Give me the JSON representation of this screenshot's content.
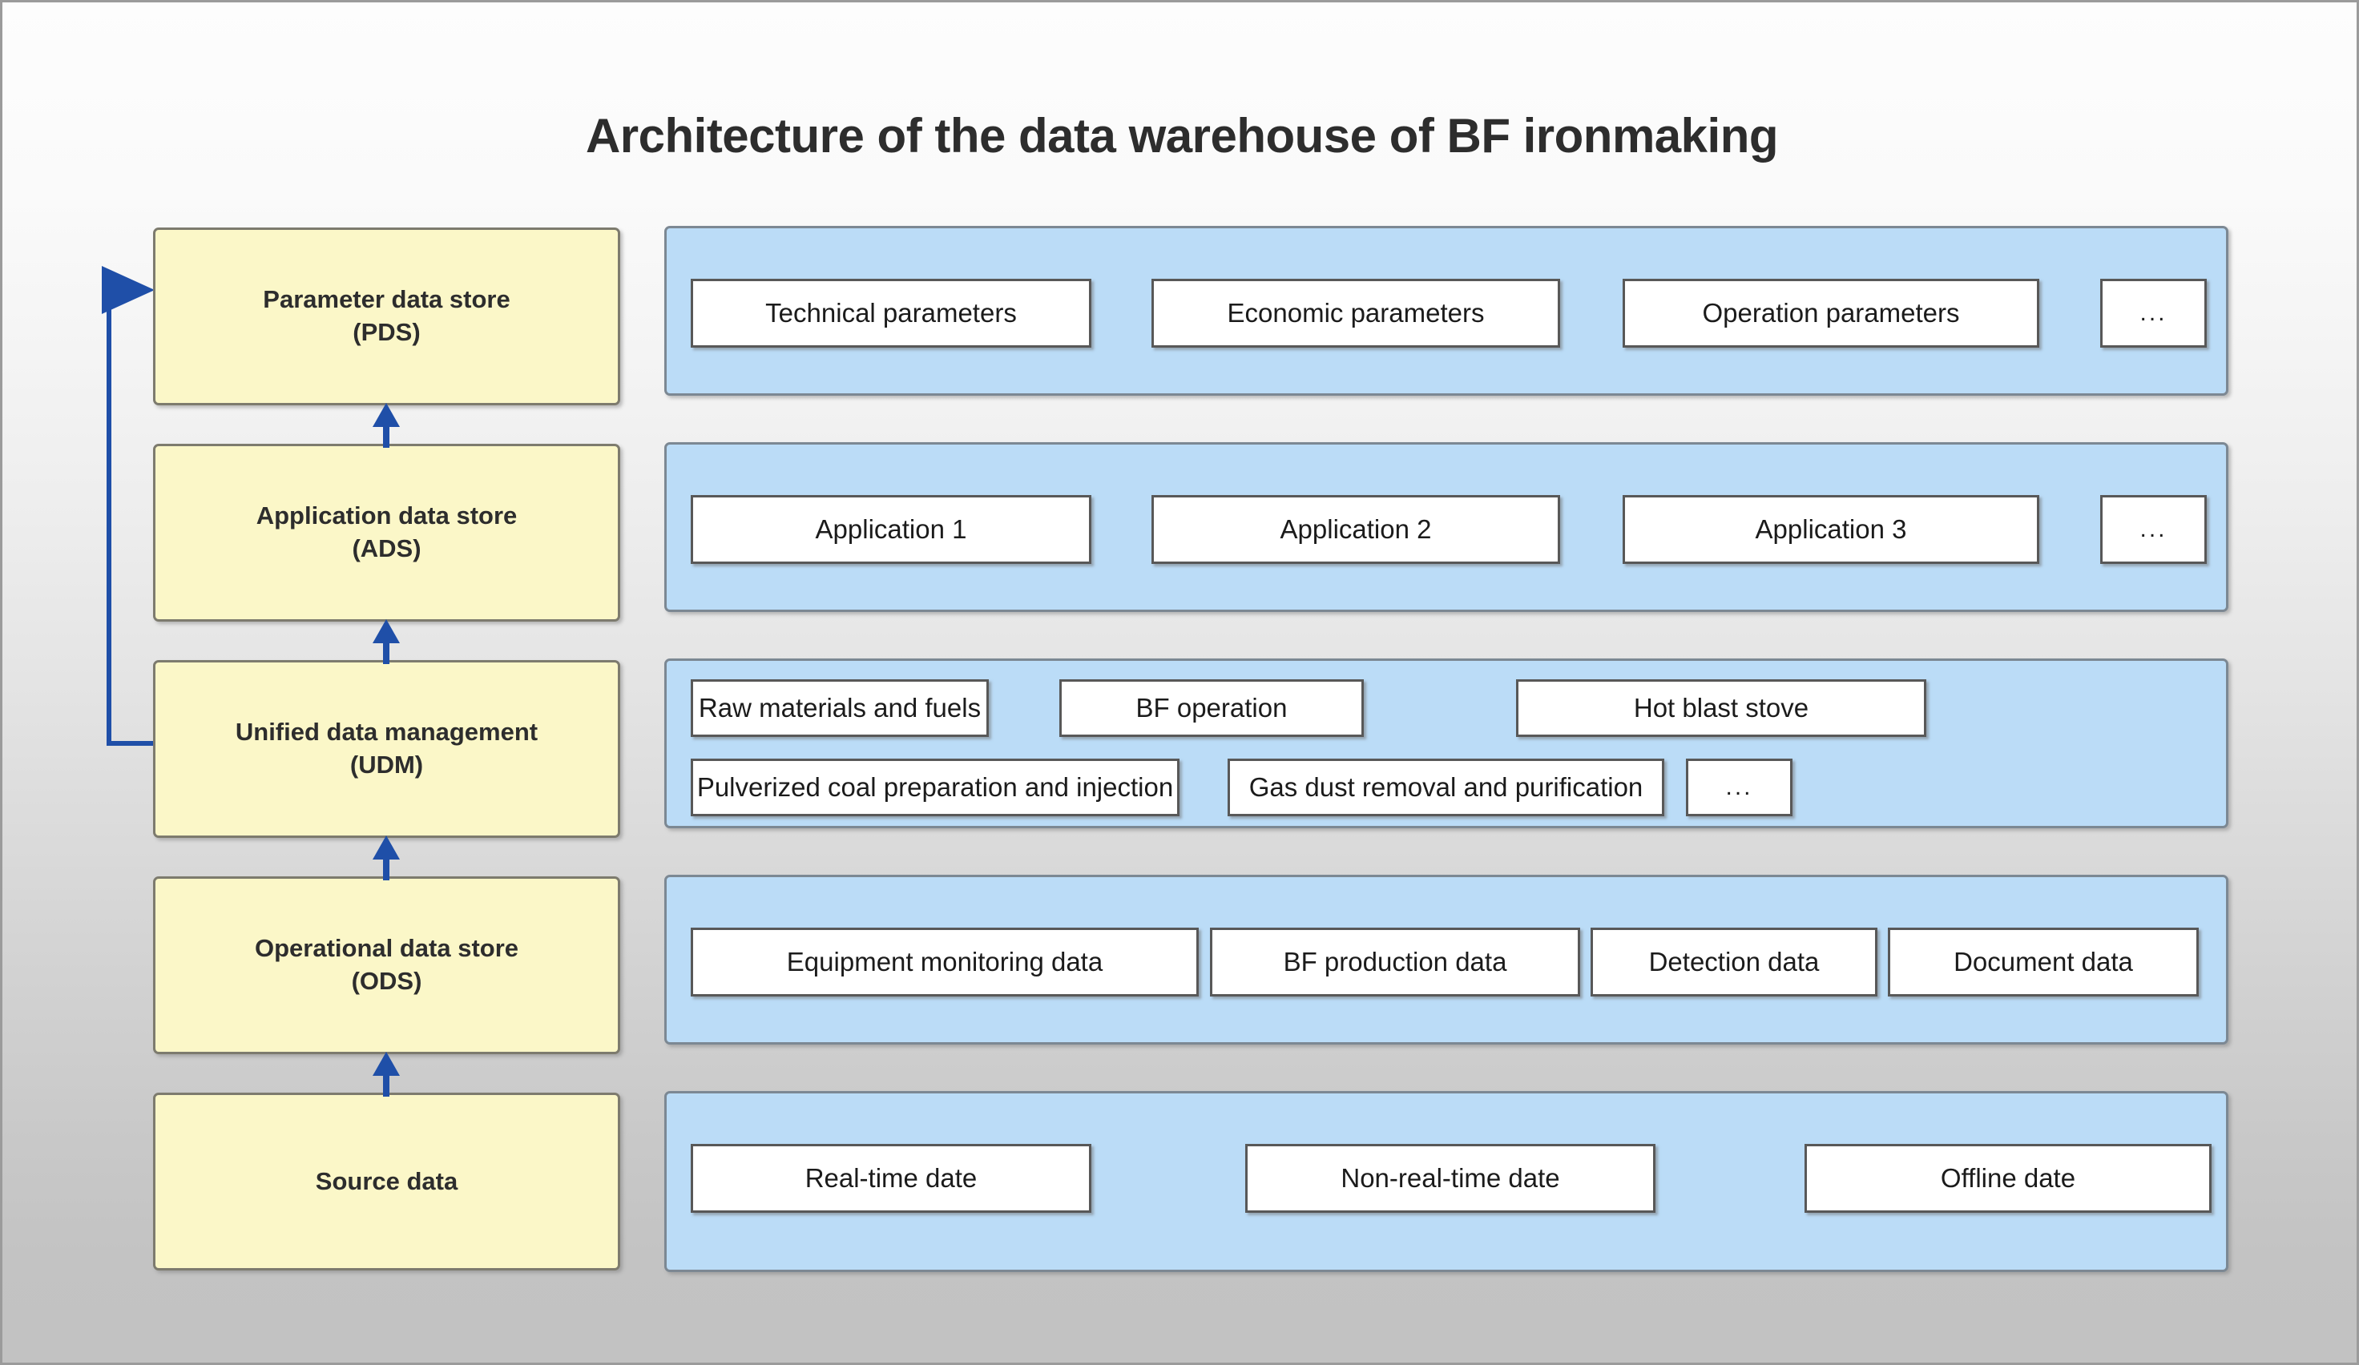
{
  "diagram": {
    "title": "Architecture of the data warehouse of BF ironmaking",
    "colors": {
      "stage_fill": "#fbf7c8",
      "stage_border": "#7d7b6e",
      "panel_fill": "#bbdcf7",
      "panel_border": "#7c8893",
      "chip_fill": "#ffffff",
      "chip_border": "#585858",
      "arrow": "#1f4fa8",
      "title_text": "#2d2d2d"
    },
    "stages": [
      {
        "id": "pds",
        "line1": "Parameter data store",
        "line2": "(PDS)"
      },
      {
        "id": "ads",
        "line1": "Application data store",
        "line2": "(ADS)"
      },
      {
        "id": "udm",
        "line1": "Unified data management",
        "line2": "(UDM)"
      },
      {
        "id": "ods",
        "line1": "Operational data store",
        "line2": "(ODS)"
      },
      {
        "id": "src",
        "line1": "Source data",
        "line2": ""
      }
    ],
    "layers": [
      {
        "stage": "pds",
        "rows": [
          {
            "items": [
              "Technical parameters",
              "Economic parameters",
              "Operation parameters",
              "..."
            ]
          }
        ]
      },
      {
        "stage": "ads",
        "rows": [
          {
            "items": [
              "Application 1",
              "Application 2",
              "Application 3",
              "..."
            ]
          }
        ]
      },
      {
        "stage": "udm",
        "rows": [
          {
            "items": [
              "Raw materials and fuels",
              "BF operation",
              "Hot blast stove"
            ]
          },
          {
            "items": [
              "Pulverized coal preparation and injection",
              "Gas dust removal and purification",
              "..."
            ]
          }
        ]
      },
      {
        "stage": "ods",
        "rows": [
          {
            "items": [
              "Equipment monitoring data",
              "BF production data",
              "Detection data",
              "Document data"
            ]
          }
        ]
      },
      {
        "stage": "src",
        "rows": [
          {
            "items": [
              "Real-time date",
              "Non-real-time date",
              "Offline date"
            ]
          }
        ]
      }
    ],
    "flow_arrows": [
      {
        "from": "src",
        "to": "ods",
        "direction": "up"
      },
      {
        "from": "ods",
        "to": "udm",
        "direction": "up"
      },
      {
        "from": "udm",
        "to": "ads",
        "direction": "up"
      },
      {
        "from": "ads",
        "to": "pds",
        "direction": "up"
      }
    ],
    "feedback_arrow": {
      "from": "udm",
      "to": "pds",
      "direction": "left-up-right"
    }
  }
}
